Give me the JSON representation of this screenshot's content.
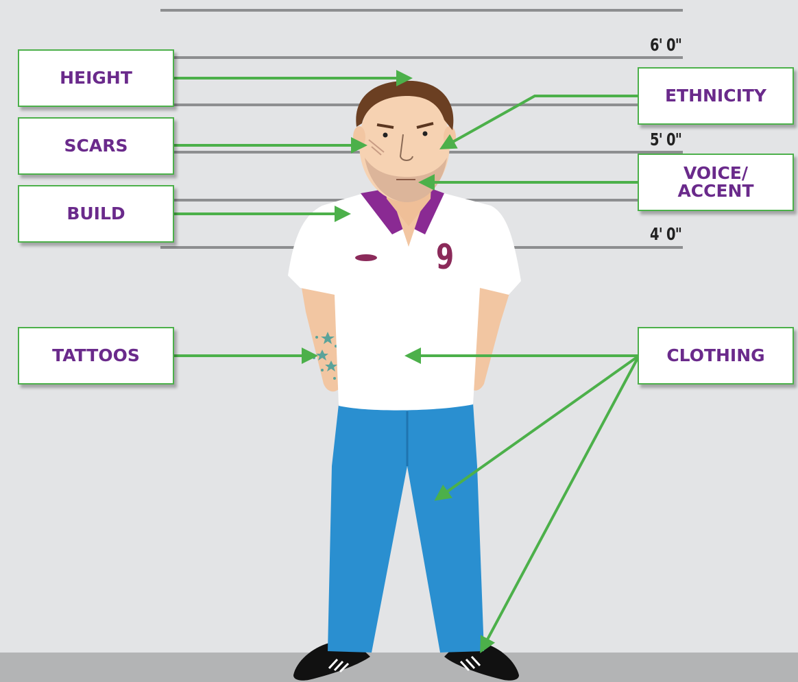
{
  "labels": {
    "height": "HEIGHT",
    "scars": "SCARS",
    "build": "BUILD",
    "tattoos": "TATTOOS",
    "ethnicity": "ETHNICITY",
    "voice_line1": "VOICE/",
    "voice_line2": "ACCENT",
    "clothing": "CLOTHING"
  },
  "height_marks": {
    "six_ft": "6' 0\"",
    "five_ft": "5' 0\"",
    "four_ft": "4' 0\""
  },
  "shirt_number": "9",
  "colors": {
    "background": "#e3e4e6",
    "arrow": "#4cb04a",
    "label_text": "#6a2a8b",
    "collar": "#8a2a93",
    "jeans": "#2a8fd0",
    "shirt": "#ffffff",
    "number": "#8b2a5a"
  }
}
